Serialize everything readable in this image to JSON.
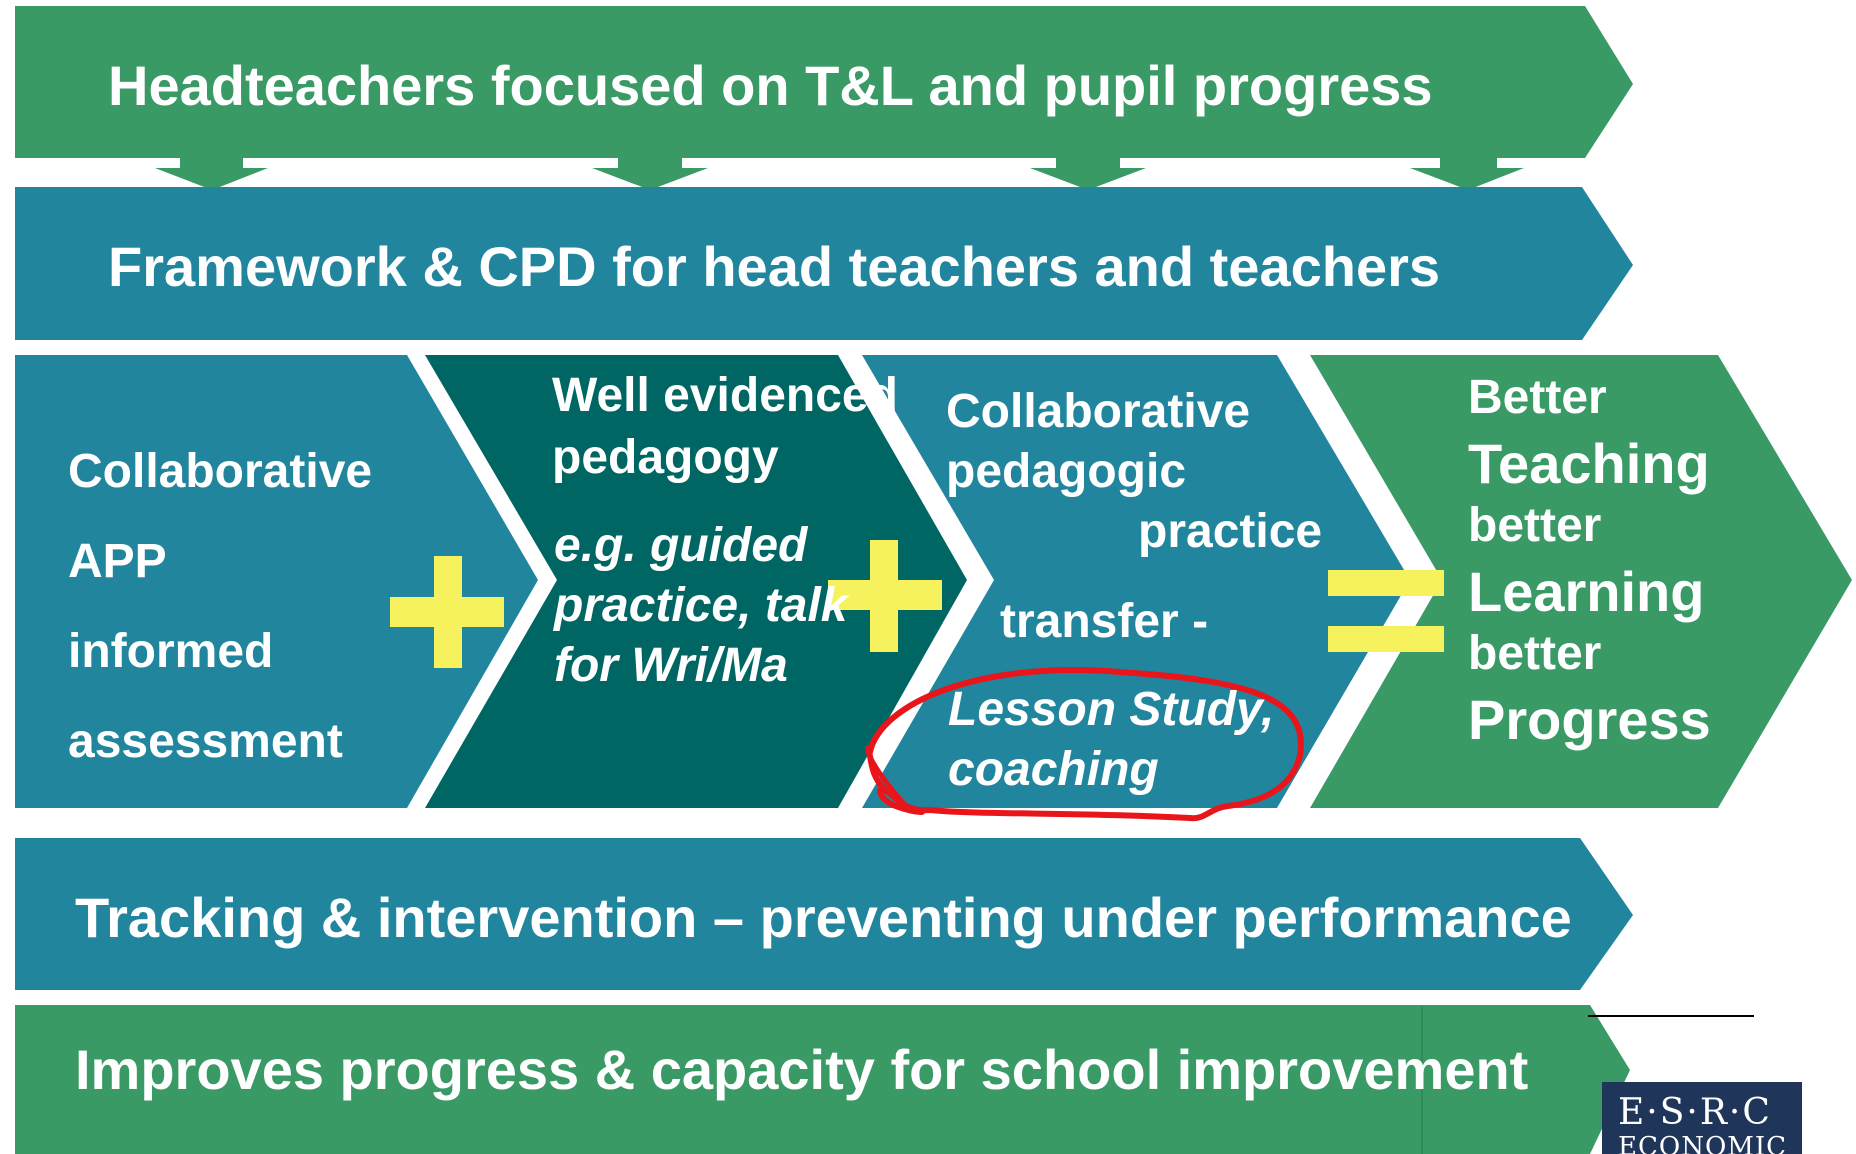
{
  "colors": {
    "green": "#3a9a66",
    "teal": "#21859e",
    "dark_teal": "#006664",
    "plus_yellow": "#f5f25e",
    "annotation_red": "#e8161b",
    "logo_navy": "#1f3559"
  },
  "banners": {
    "headteachers": "Headteachers focused on T&L and pupil progress",
    "framework": "Framework & CPD for head teachers and teachers",
    "tracking": "Tracking & intervention – preventing under performance",
    "improves": "Improves progress & capacity for school improvement"
  },
  "chevrons": {
    "assessment": [
      "Collaborative",
      "APP",
      "informed",
      "assessment"
    ],
    "pedagogy": {
      "title": [
        "Well evidenced",
        "pedagogy"
      ],
      "examples": [
        "e.g. guided",
        "practice, talk",
        "for Wri/Ma"
      ]
    },
    "practice": {
      "title_1": "Collaborative",
      "title_2": "pedagogic",
      "title_3": "practice",
      "transfer": "transfer -",
      "examples": [
        "Lesson Study,",
        "coaching"
      ]
    },
    "outcome": {
      "better_1": "Better",
      "teaching": "Teaching",
      "better_2": "better",
      "learning": "Learning",
      "better_3": "better",
      "progress": "Progress"
    }
  },
  "logo": {
    "line1": "E·S·R·C",
    "line2": "ECONOMIC"
  }
}
